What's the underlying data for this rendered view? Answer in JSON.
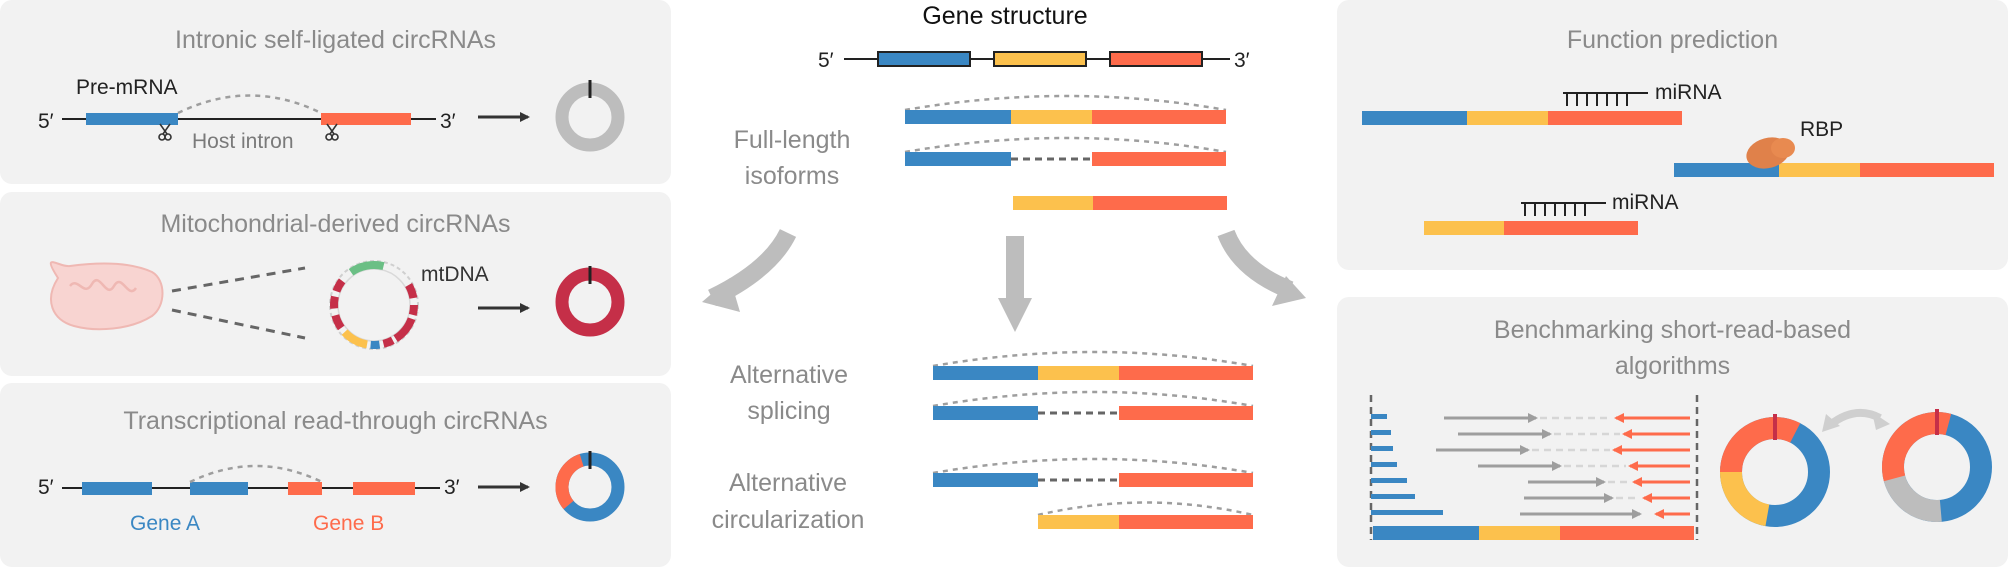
{
  "colors": {
    "blue": "#3a87c3",
    "yellow": "#fcc14d",
    "orange": "#fe6b4b",
    "red": "#c52f48",
    "green": "#6bbf85",
    "gray": "#bdbdbd",
    "panel": "#f2f2f2"
  },
  "panels": {
    "intronic": {
      "title": "Intronic self-ligated circRNAs",
      "pre_mrna": "Pre-mRNA",
      "five": "5′",
      "three": "3′",
      "host_intron": "Host intron"
    },
    "mito": {
      "title": "Mitochondrial-derived circRNAs",
      "mtdna": "mtDNA"
    },
    "readthrough": {
      "title": "Transcriptional read-through circRNAs",
      "five": "5′",
      "three": "3′",
      "gene_a": "Gene A",
      "gene_b": "Gene B"
    },
    "function": {
      "title": "Function prediction",
      "mirna_1": "miRNA",
      "rbp": "RBP",
      "mirna_2": "miRNA"
    },
    "benchmark": {
      "title_line1": "Benchmarking short-read-based",
      "title_line2": "algorithms"
    }
  },
  "center": {
    "gene_structure": "Gene structure",
    "five": "5′",
    "three": "3′",
    "full_length_1": "Full-length",
    "full_length_2": "isoforms",
    "alt_splicing_1": "Alternative",
    "alt_splicing_2": "splicing",
    "alt_circ_1": "Alternative",
    "alt_circ_2": "circularization"
  }
}
